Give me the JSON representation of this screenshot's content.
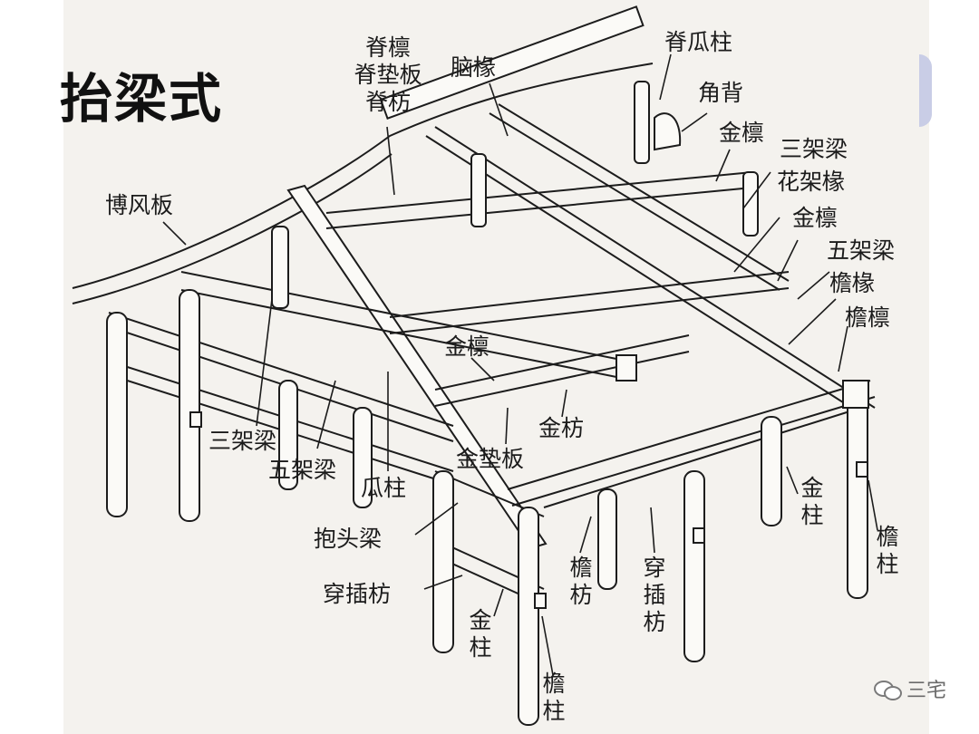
{
  "title": "抬梁式",
  "labels": {
    "jilin": "脊檩",
    "jidianban": "脊垫板",
    "jifang": "脊枋",
    "naochuan": "脑椽",
    "jiguazhu": "脊瓜柱",
    "jiaobei": "角背",
    "jinlin1": "金檩",
    "sanjialiang_r": "三架梁",
    "huajiachuan": "花架椽",
    "jinlin2": "金檩",
    "wujialiang_r": "五架梁",
    "yanchuan": "檐椽",
    "yanlin": "檐檩",
    "bofengban": "博风板",
    "jinlin3": "金檩",
    "sanjialiang_l": "三架梁",
    "wujialiang_l": "五架梁",
    "guazhu": "瓜柱",
    "jinfang": "金枋",
    "jindianban": "金垫板",
    "baotouliang": "抱头梁",
    "chuanchafang_l": "穿插枋",
    "yanfang": "檐枋",
    "chuanchafang_v": "穿插枋",
    "jinzhu_c": "金柱",
    "jinzhu_r": "金柱",
    "yanzhu_c": "檐柱",
    "yanzhu_r": "檐柱"
  },
  "watermark": {
    "icon": "wechat-icon",
    "text": "三宅"
  }
}
